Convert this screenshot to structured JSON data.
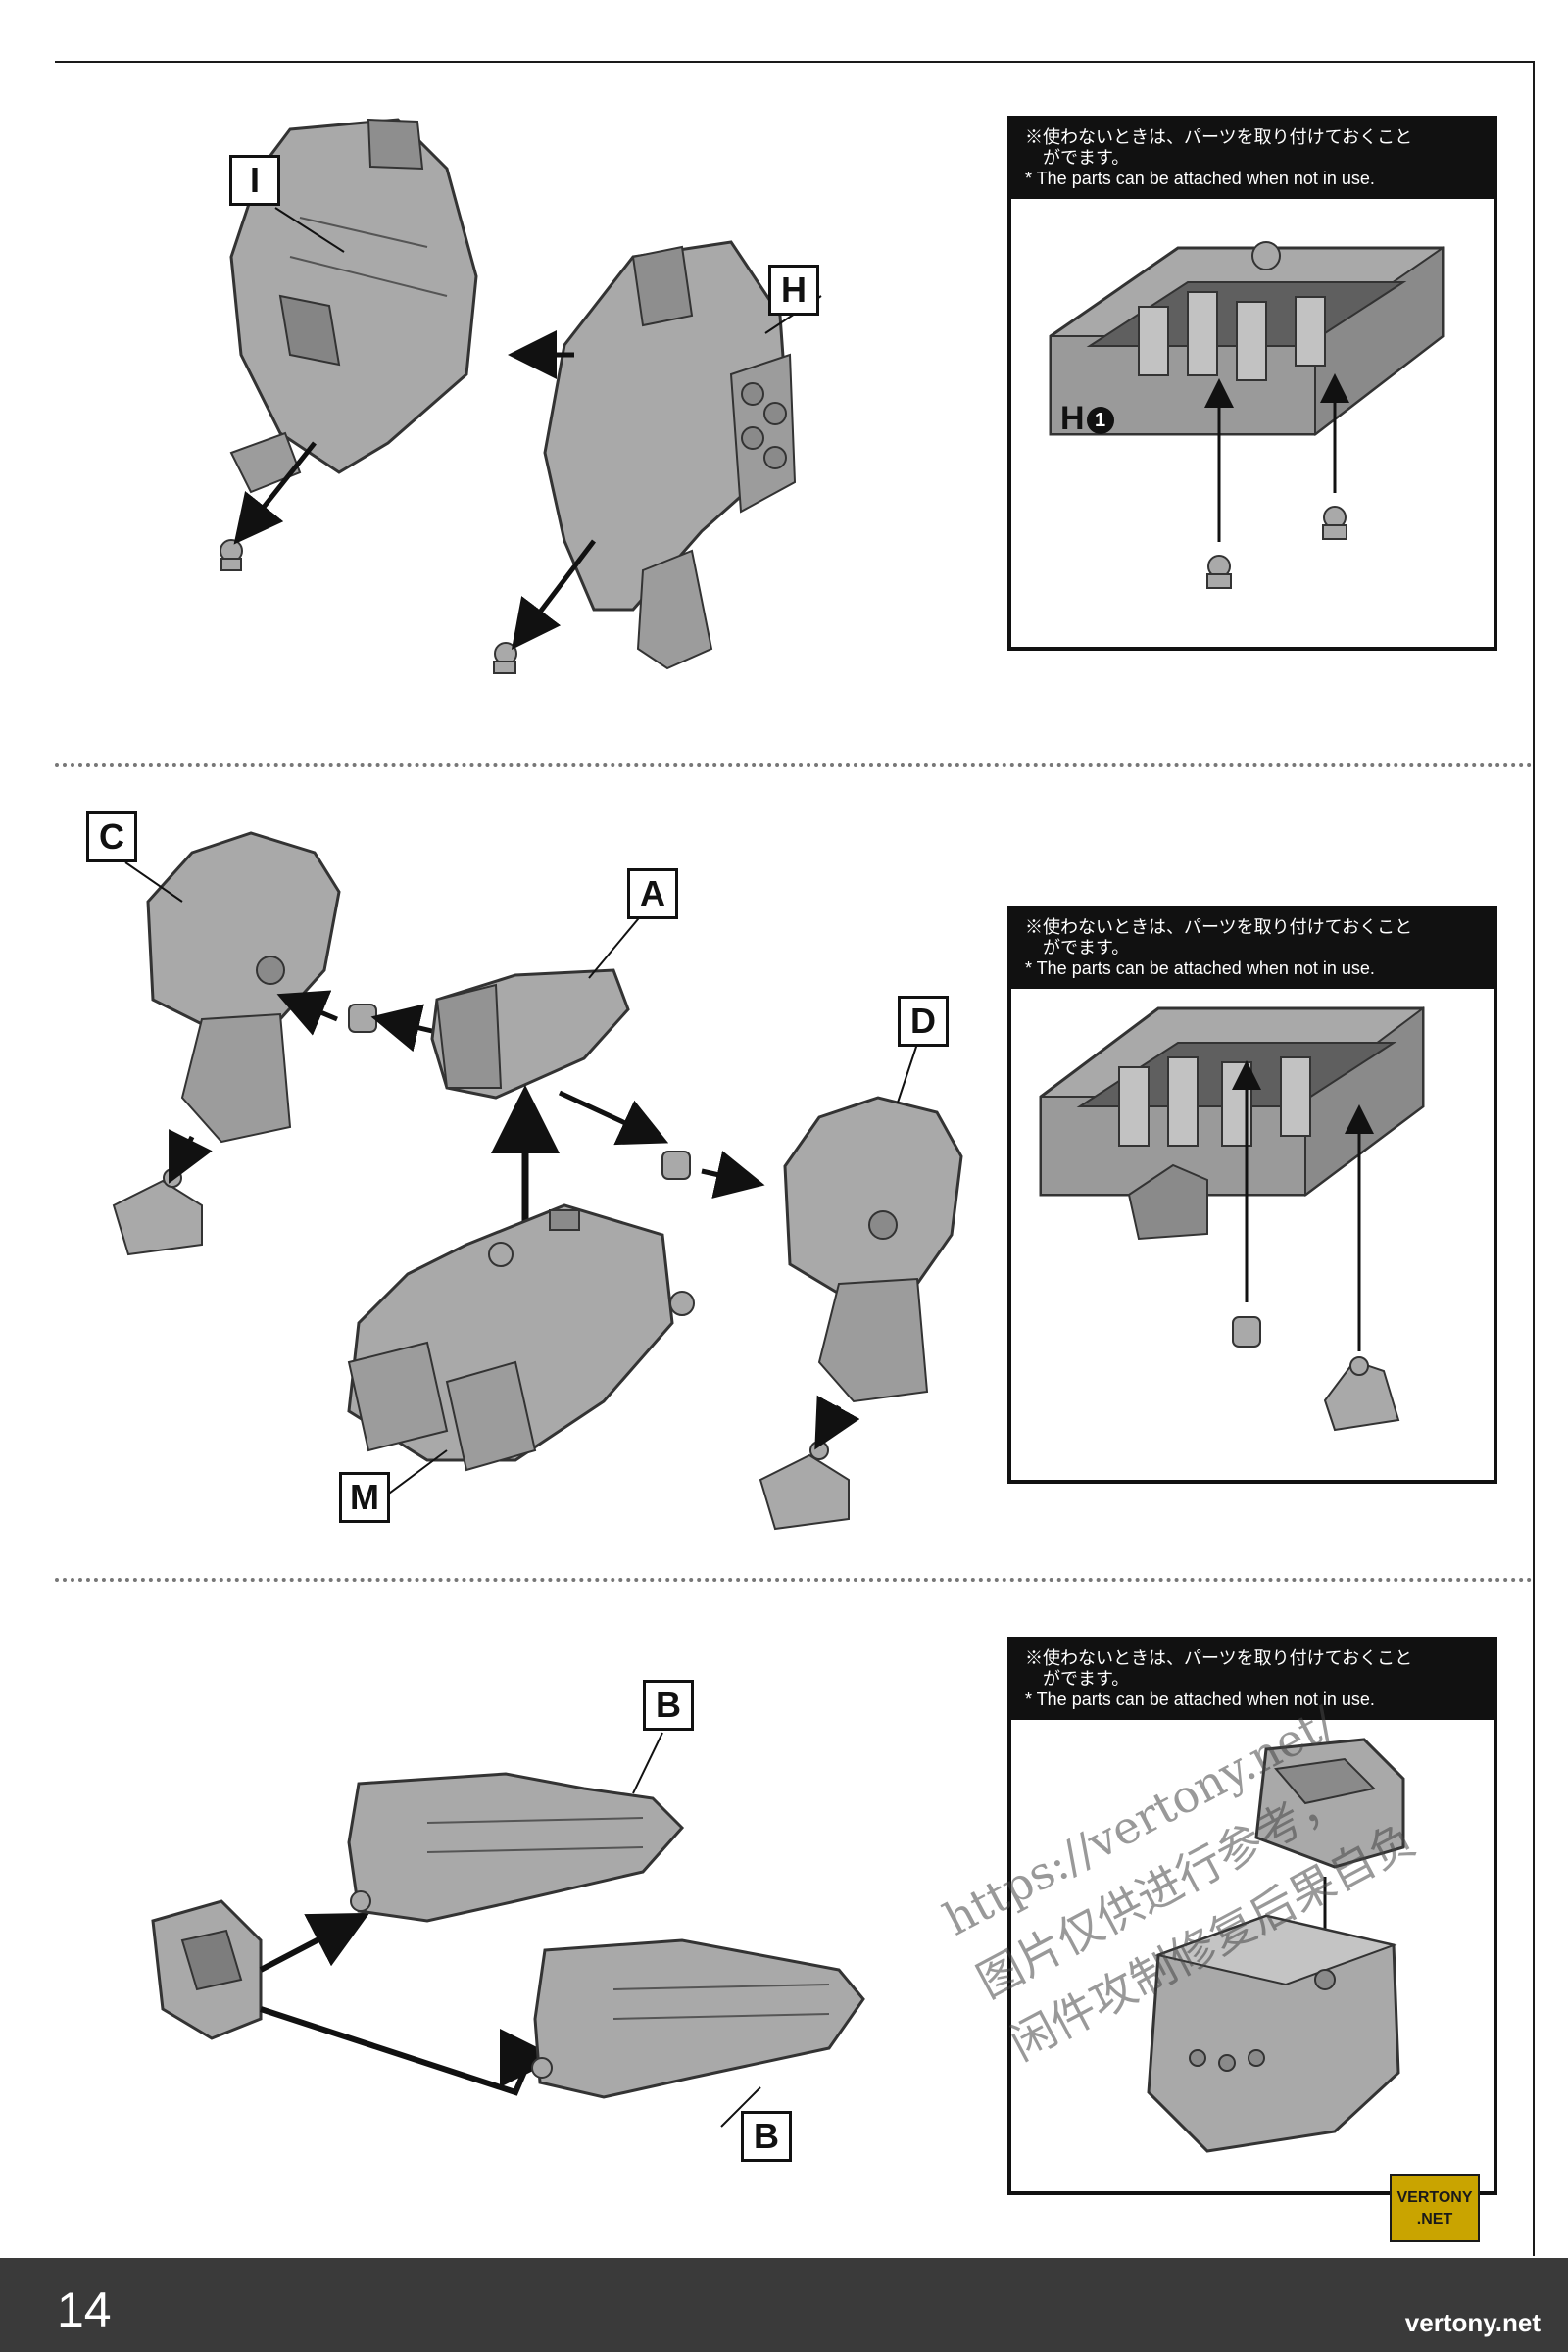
{
  "page_number": "14",
  "note": {
    "jp_line1": "※使わないときは、パーツを取り付けておくこと",
    "jp_line2": "　がでます。",
    "en": "* The parts can be attached when not in use."
  },
  "step1": {
    "labels": {
      "i": "I",
      "h": "H"
    },
    "part_ref": "H",
    "part_ref_number": "1"
  },
  "step2": {
    "labels": {
      "c": "C",
      "a": "A",
      "d": "D",
      "m": "M"
    }
  },
  "step3": {
    "labels": {
      "b_top": "B",
      "b_bottom": "B"
    }
  },
  "watermark": {
    "line1": "https://vertony.net/",
    "line2": "图片仅供进行参考，",
    "line3": "闲件攻制修复后果自负"
  },
  "badge": {
    "line1": "VERTONY",
    "line2": ".NET"
  },
  "footer_site": "vertony.net",
  "colors": {
    "part_fill": "#a9a9a9",
    "part_dark": "#7d7d7d",
    "ink": "#111111",
    "footer": "#3a3a3a"
  }
}
